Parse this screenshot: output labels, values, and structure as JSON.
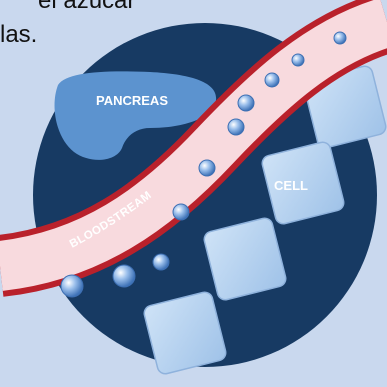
{
  "caption": {
    "line1": "el azúcar",
    "line2": "las."
  },
  "labels": {
    "pancreas": "PANCREAS",
    "bloodstream": "BLOODSTREAM",
    "cell": "CELL"
  },
  "colors": {
    "panel": "#c9d8ee",
    "circle": "#173a63",
    "pancreas": "#5c93cf",
    "vessel_fill": "#f8dade",
    "vessel_wall": "#b9212b",
    "cell_fill": "#b5d2f0",
    "glucose": "#6e9fdc"
  }
}
